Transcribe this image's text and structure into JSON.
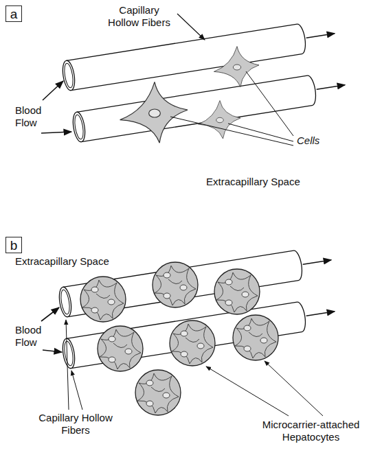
{
  "diagram": {
    "nodes": [
      {
        "text": [
          "a"
        ]
      },
      {
        "text": [
          "b"
        ]
      }
    ],
    "labels": [
      "Capillary Hollow Fibers",
      "Blood Flow",
      "Cells",
      "Extracapillary Space",
      "Extracapillary Space",
      "Blood Flow",
      "Capillary Hollow Fibers",
      "Microcarrier-attached Hepatocytes"
    ]
  }
}
